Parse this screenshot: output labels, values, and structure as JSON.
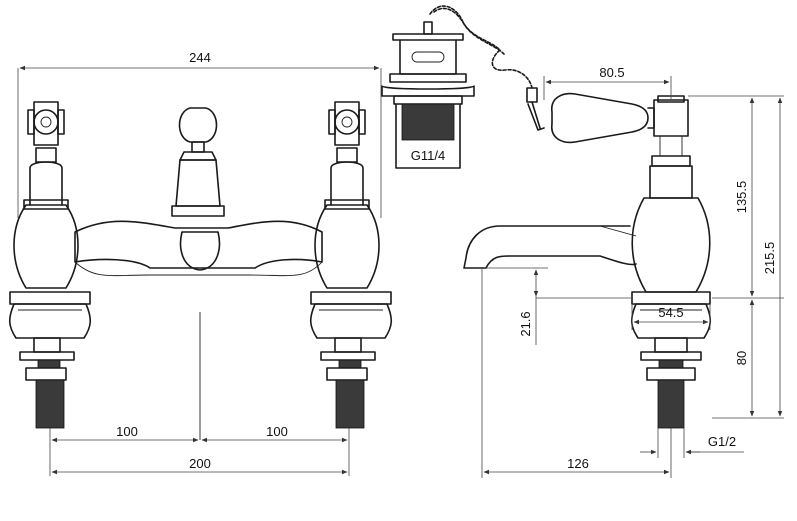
{
  "dimensions": {
    "overall_width": "244",
    "left_centre": "100",
    "right_centre": "100",
    "centres": "200",
    "lever_reach": "80.5",
    "upper_height": "135.5",
    "total_height": "215.5",
    "spout_clearance": "21.6",
    "base_width": "54.5",
    "shank_length": "80",
    "spout_projection": "126",
    "thread_size": "G1/2"
  },
  "waste": {
    "thread_label": "G11/4"
  }
}
